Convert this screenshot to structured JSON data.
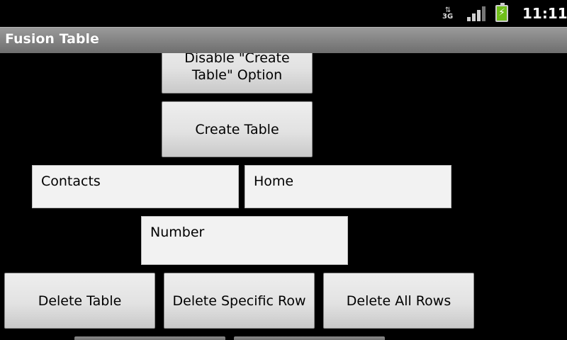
{
  "status_bar": {
    "network_label": "3G",
    "network_arrows": "⇅",
    "time": "11:11",
    "battery_charging_icon": "lightning-bolt"
  },
  "app": {
    "title": "Fusion Table"
  },
  "buttons": {
    "disable_create": "Disable \"Create Table\" Option",
    "create_table": "Create Table",
    "delete_table": "Delete Table",
    "delete_specific_row": "Delete Specific Row",
    "delete_all_rows": "Delete All Rows"
  },
  "fields": {
    "contacts_value": "Contacts",
    "home_value": "Home",
    "number_value": "Number"
  }
}
